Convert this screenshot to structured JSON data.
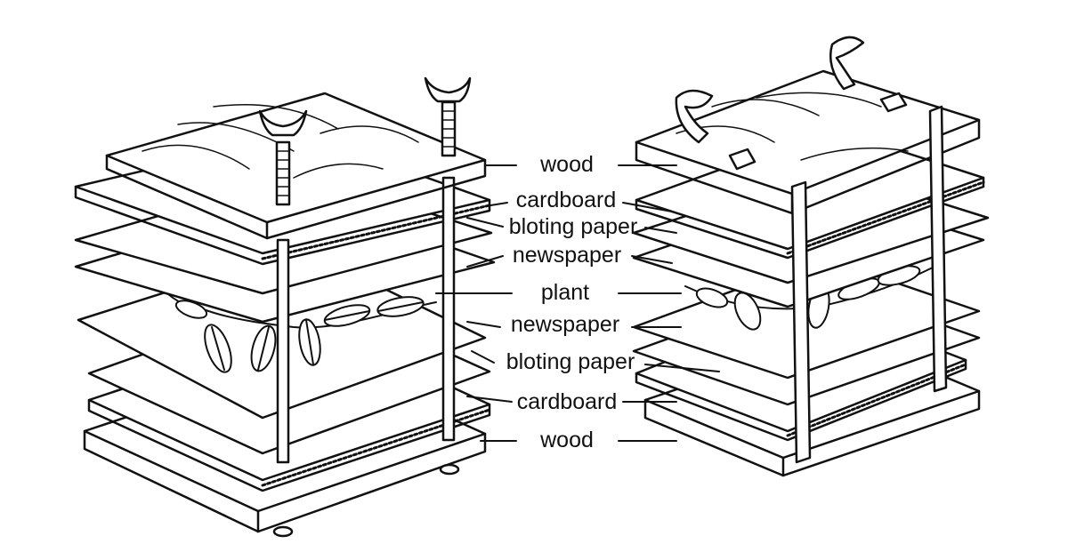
{
  "labels": {
    "wood_top": "wood",
    "cardboard_top": "cardboard",
    "bloting_top": "bloting paper",
    "newspaper_top": "newspaper",
    "plant": "plant",
    "newspaper_bottom": "newspaper",
    "bloting_bottom": "bloting paper",
    "cardboard_bottom": "cardboard",
    "wood_bottom": "wood"
  },
  "colors": {
    "ink": "#111111",
    "paper": "#ffffff"
  }
}
